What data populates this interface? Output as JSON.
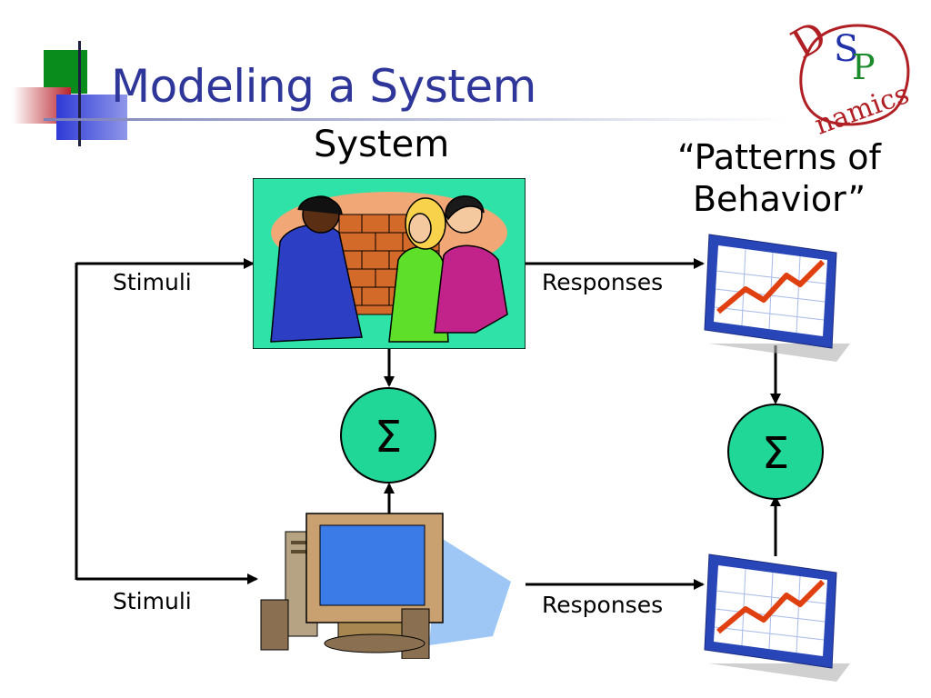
{
  "slide": {
    "title": "Modeling a System",
    "system_label": "System",
    "patterns_label": "“Patterns of Behavior”"
  },
  "diagram": {
    "stimuli_top": "Stimuli",
    "stimuli_bottom": "Stimuli",
    "responses_top": "Responses",
    "responses_bottom": "Responses",
    "sigma_left": "Σ",
    "sigma_right": "Σ"
  },
  "logo": {
    "letters_s": "S",
    "letters_p": "P",
    "ring_text": "Dynamics"
  },
  "colors": {
    "title": "#2f3699",
    "node_fill": "#20d797",
    "picture_bg": "#2fe2a8",
    "logo_red": "#b01f24",
    "logo_blue": "#2233aa",
    "logo_green": "#1a8a2a",
    "deco_green": "#0a8c1c",
    "deco_blue": "#2f3bd6"
  }
}
